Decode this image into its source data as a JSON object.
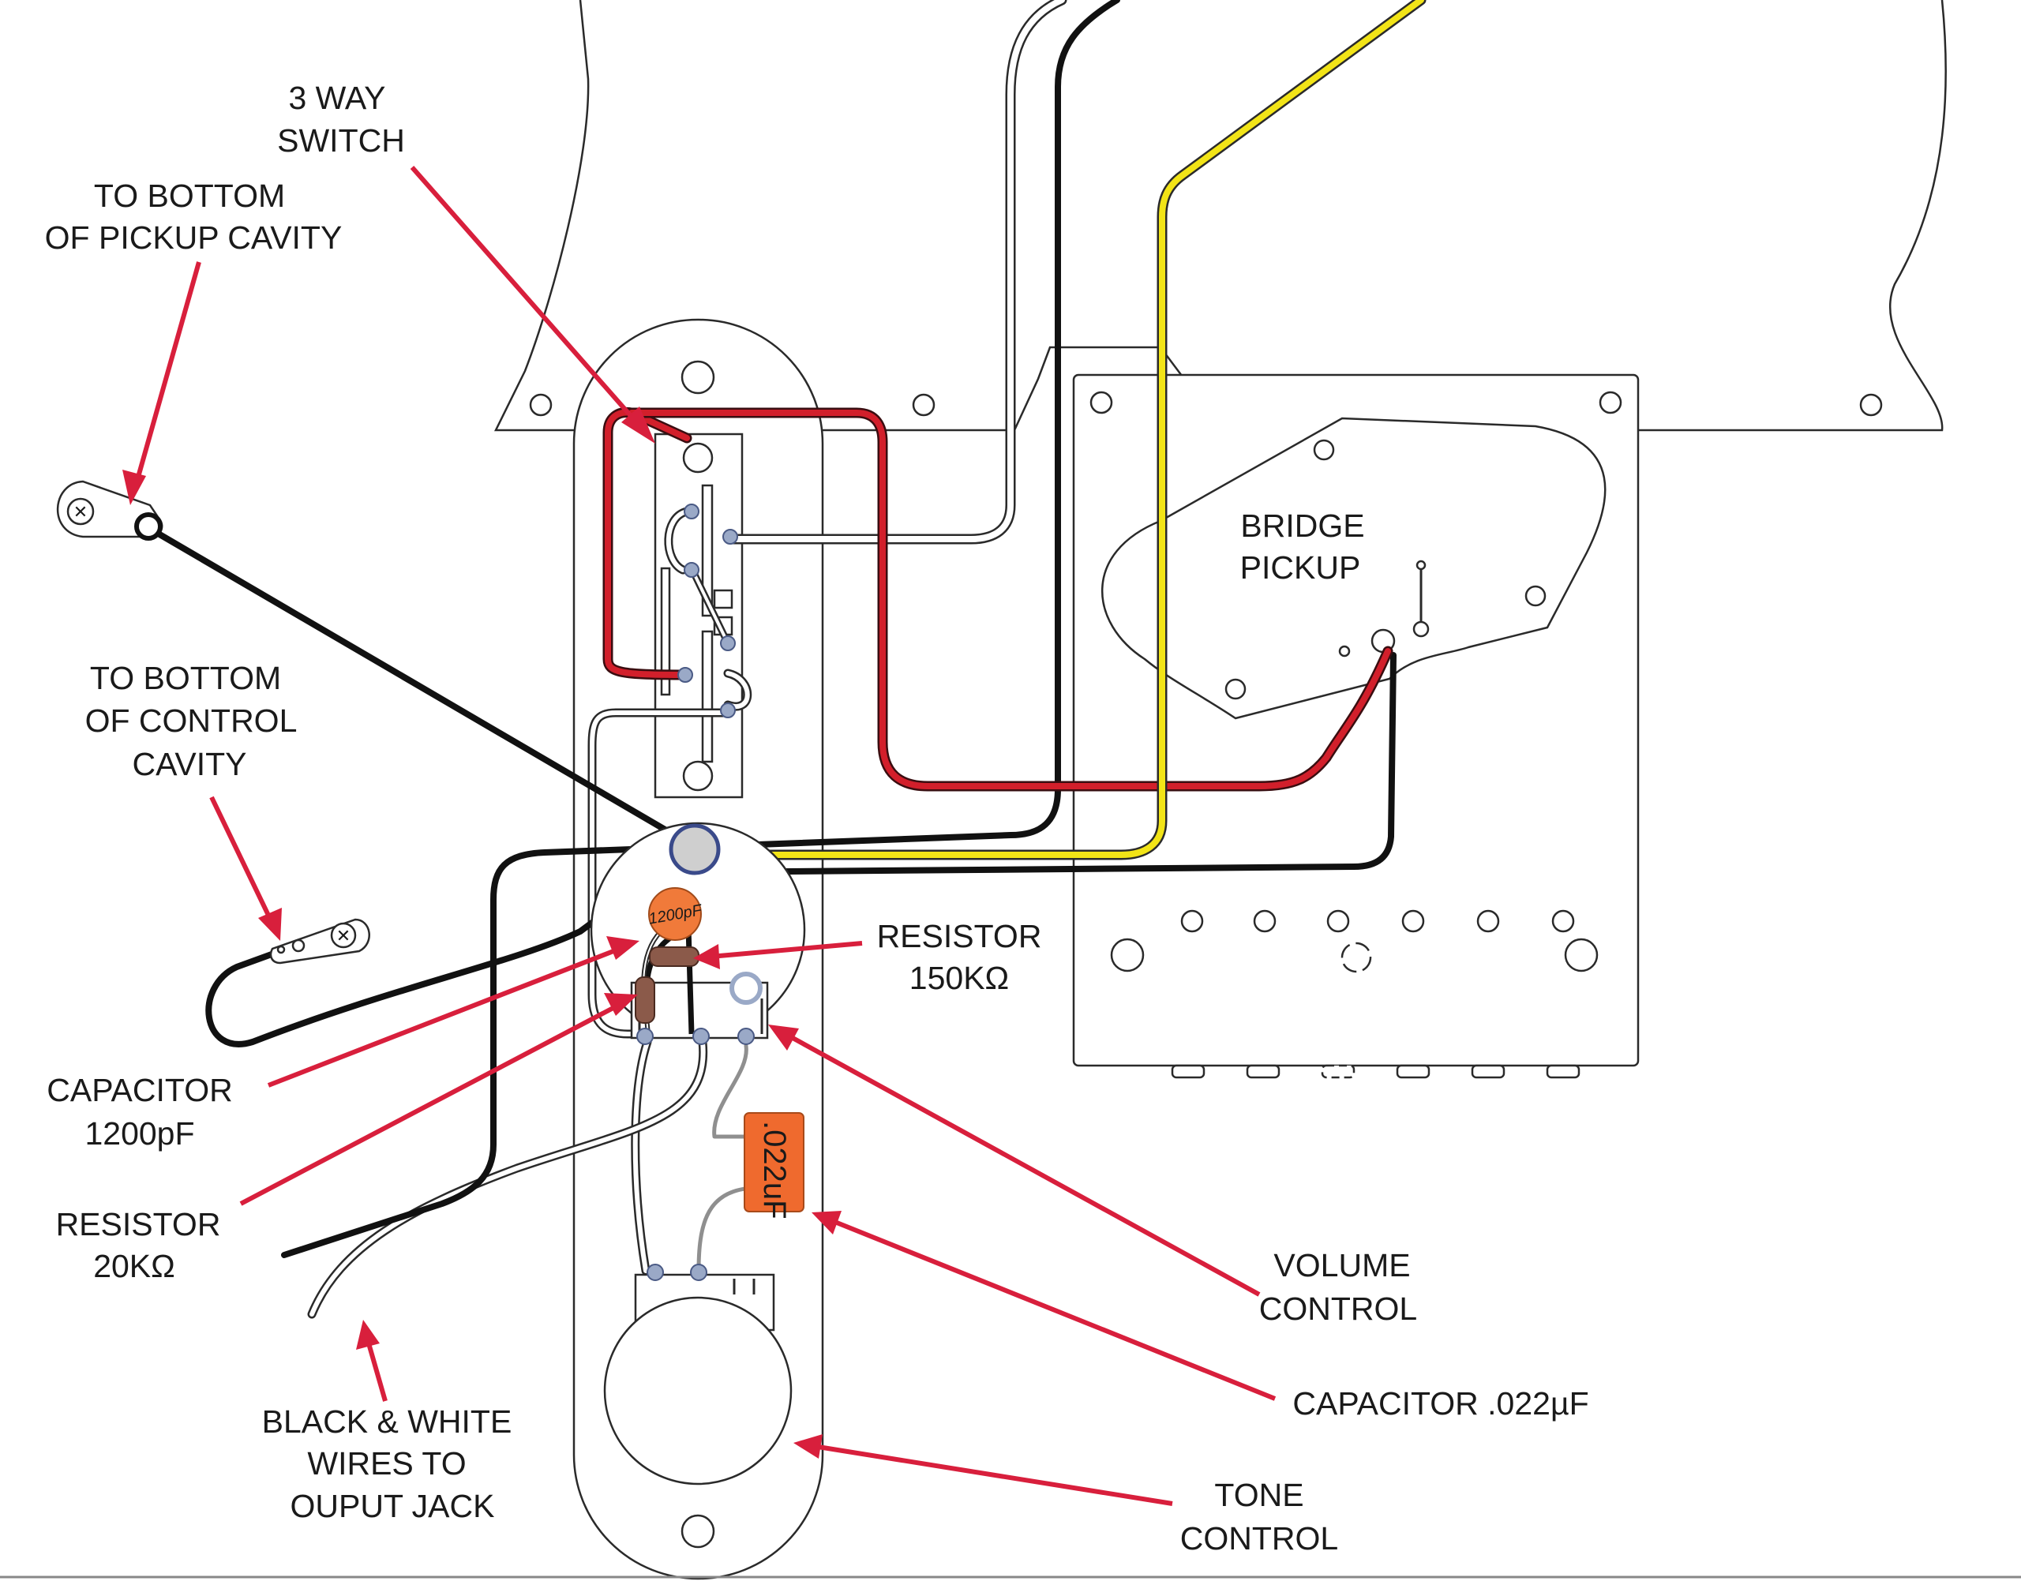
{
  "labels": {
    "three_way_switch": [
      "3 WAY",
      "SWITCH"
    ],
    "to_bottom_pickup_cavity": [
      "TO BOTTOM",
      "OF PICKUP CAVITY"
    ],
    "to_bottom_control_cavity": [
      "TO BOTTOM",
      "OF CONTROL",
      "CAVITY"
    ],
    "bridge_pickup": [
      "BRIDGE",
      "PICKUP"
    ],
    "resistor_150k": [
      "RESISTOR",
      "150KΩ"
    ],
    "capacitor_1200pf": [
      "CAPACITOR",
      "1200pF"
    ],
    "resistor_20k": [
      "RESISTOR",
      "20KΩ"
    ],
    "black_white_wires": [
      "BLACK & WHITE",
      "WIRES TO",
      "OUPUT JACK"
    ],
    "volume_control": [
      "VOLUME",
      "CONTROL"
    ],
    "capacitor_022": "CAPACITOR .022µF",
    "tone_control": [
      "TONE",
      "CONTROL"
    ]
  },
  "components": {
    "cap_1200_marking": "1200pF",
    "cap_022_marking": ".022uF"
  },
  "colors": {
    "arrow": "#d81f3c",
    "wire_red": "#d21f2b",
    "wire_black": "#111111",
    "wire_yellow": "#f2e417",
    "wire_white": "#ffffff",
    "cap_1200": "#f07a3a",
    "cap_022": "#ef6a2e",
    "resistor": "#8b5a4a",
    "lug": "#9aa9c7"
  }
}
